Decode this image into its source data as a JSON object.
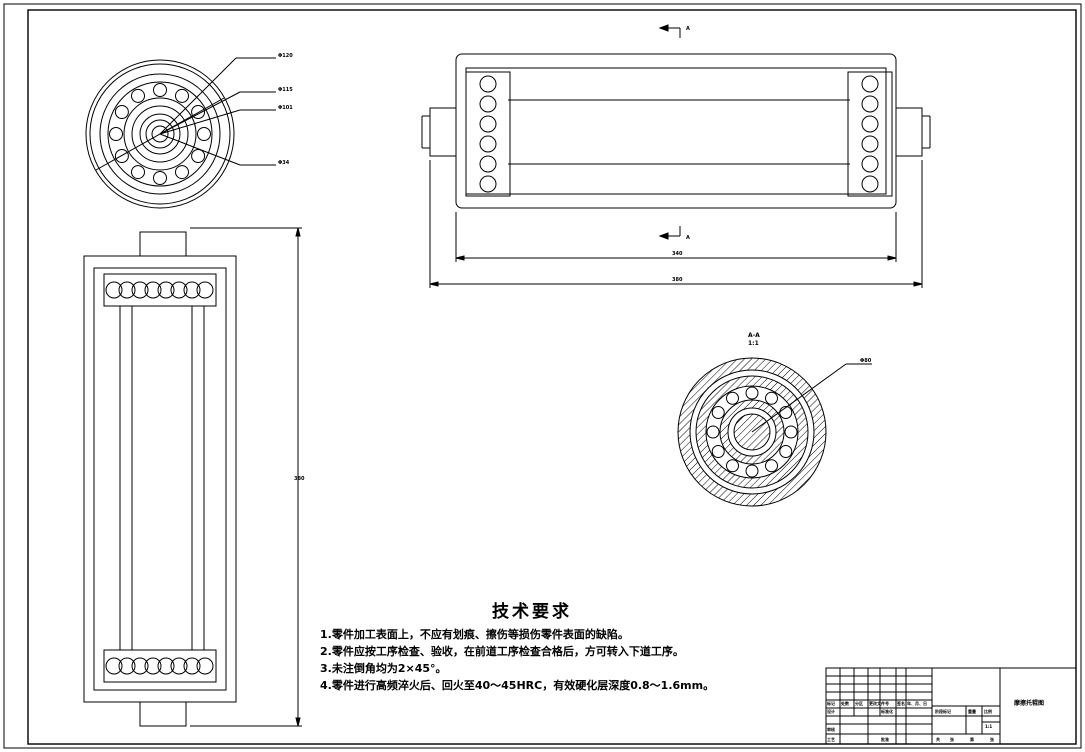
{
  "dimensions": {
    "d120": "Φ120",
    "d115": "Φ115",
    "d101": "Φ101",
    "d34": "Φ34",
    "len340": "340",
    "len380": "380",
    "vert380": "380",
    "d80": "Φ80"
  },
  "section_labels": {
    "cut_top": "A",
    "cut_bottom": "A",
    "section_title": "A-A",
    "section_scale": "1:1"
  },
  "technical_requirements": {
    "title": "技术要求",
    "items": [
      "1.零件加工表面上，不应有划痕、擦伤等损伤零件表面的缺陷。",
      "2.零件应按工序检查、验收，在前道工序检查合格后，方可转入下道工序。",
      "3.未注倒角均为2×45°。",
      "4.零件进行高频淬火后、回火至40～45HRC，有效硬化层深度0.8～1.6mm。"
    ]
  },
  "title_block": {
    "part_name": "摩擦托辊图",
    "scale": "1:1",
    "row_labels": [
      "标记",
      "处数",
      "分区",
      "更改文件号",
      "签名",
      "年、月、日"
    ],
    "design": "设计",
    "standardize": "标准化",
    "review": "审核",
    "process": "工艺",
    "approve": "批准",
    "stage_mark": "阶段标记",
    "weight": "重量",
    "scale_label": "比例",
    "sheets_total": "共",
    "sheet_unit": "张",
    "sheet_no": "第",
    "sheet_unit2": "张"
  }
}
